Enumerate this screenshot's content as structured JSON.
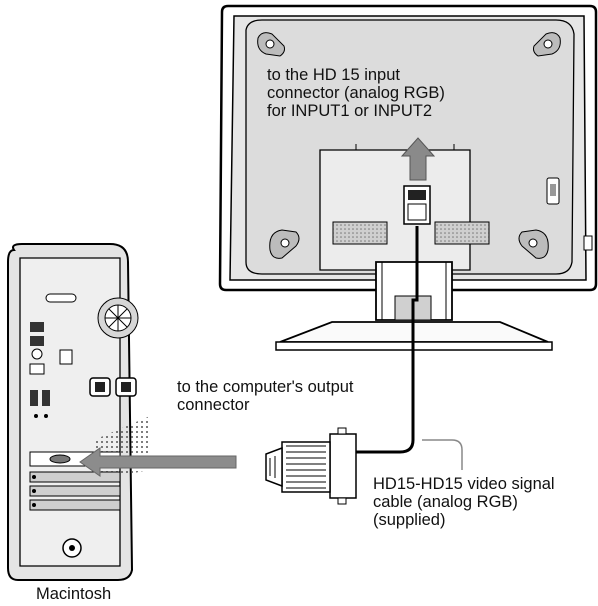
{
  "labels": {
    "monitor_input": [
      "to the HD 15 input",
      "connector (analog RGB)",
      "for INPUT1 or INPUT2"
    ],
    "computer_output": [
      "to the computer's output",
      "connector"
    ],
    "cable": [
      "HD15-HD15 video signal",
      "cable (analog RGB)",
      "(supplied)"
    ],
    "computer_name": "Macintosh"
  },
  "colors": {
    "line": "#000000",
    "body_gray": "#d9d9d9",
    "dark_gray": "#555555",
    "arrow_gray": "#808080",
    "light_gray": "#bfbfbf"
  }
}
